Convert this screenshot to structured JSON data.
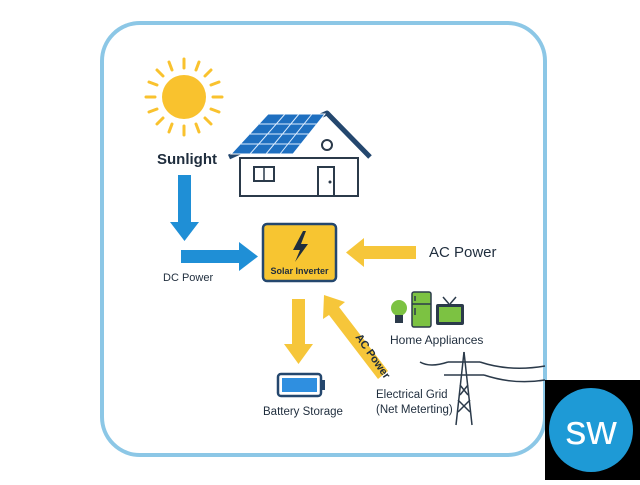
{
  "labels": {
    "sunlight": "Sunlight",
    "dc_power": "DC Power",
    "ac_power": "AC Power",
    "ac_power_diagonal": "AC Power",
    "inverter": "Solar Inverter",
    "home_appliances": "Home Appliances",
    "battery_storage": "Battery Storage",
    "grid_line1": "Electrical Grid",
    "grid_line2": "(Net Meterting)"
  },
  "watermark": {
    "text": "sw"
  },
  "colors": {
    "frame": "#8cc7e6",
    "blue_arrow": "#1f8fd6",
    "yellow_arrow": "#f6c63a",
    "sun": "#f9c22e",
    "inverter_fill": "#f7c531",
    "watermark_circle": "#1e9ad6",
    "house_stroke": "#2b3a4a",
    "panel_fill": "#1e6fc0",
    "roof": "#24476e",
    "battery": "#2f8fe0",
    "appliance_green": "#7cc242"
  }
}
